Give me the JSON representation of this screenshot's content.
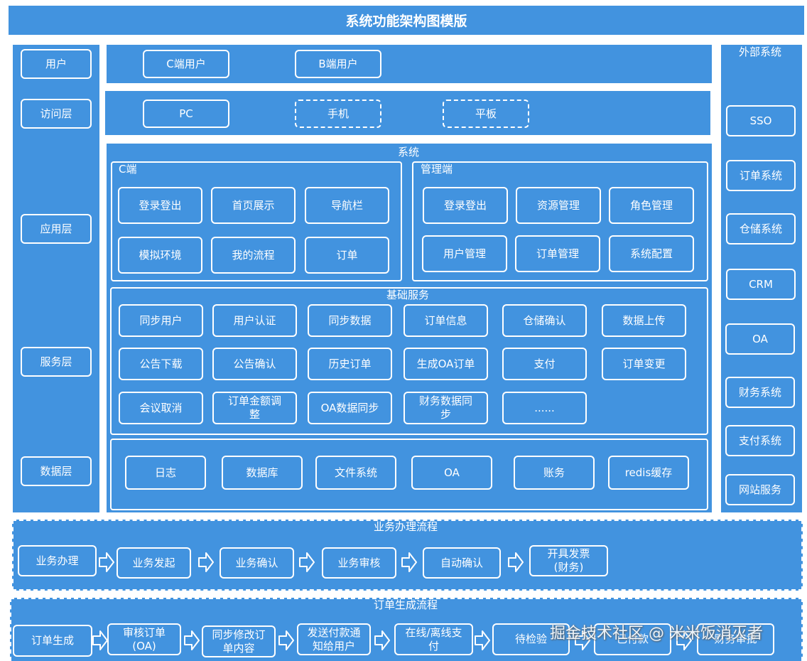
{
  "title": "系统功能架构图模版",
  "layers": [
    "用户",
    "访问层",
    "应用层",
    "服务层",
    "数据层"
  ],
  "users": [
    "C端用户",
    "B端用户"
  ],
  "access": [
    "PC",
    "手机",
    "平板"
  ],
  "system": {
    "label": "系统",
    "c_end": {
      "label": "C端",
      "items": [
        "登录登出",
        "首页展示",
        "导航栏",
        "模拟环境",
        "我的流程",
        "订单"
      ]
    },
    "admin": {
      "label": "管理端",
      "items": [
        "登录登出",
        "资源管理",
        "角色管理",
        "用户管理",
        "订单管理",
        "系统配置"
      ]
    },
    "base": {
      "label": "基础服务",
      "items": [
        "同步用户",
        "用户认证",
        "同步数据",
        "订单信息",
        "仓储确认",
        "数据上传",
        "公告下载",
        "公告确认",
        "历史订单",
        "生成OA订单",
        "支付",
        "订单变更",
        "会议取消",
        "订单金额调\n整",
        "OA数据同步",
        "财务数据同\n步",
        "......"
      ]
    },
    "data": [
      "日志",
      "数据库",
      "文件系统",
      "OA",
      "账务",
      "redis缓存"
    ]
  },
  "external": {
    "label": "外部系统",
    "items": [
      "SSO",
      "订单系统",
      "仓储系统",
      "CRM",
      "OA",
      "财务系统",
      "支付系统",
      "网站服务"
    ]
  },
  "business_flow": {
    "label": "业务办理流程",
    "steps": [
      "业务办理",
      "业务发起",
      "业务确认",
      "业务审核",
      "自动确认",
      "开具发票\n(财务)"
    ]
  },
  "order_flow": {
    "label": "订单生成流程",
    "steps": [
      "订单生成",
      "审核订单\n(OA)",
      "同步修改订\n单内容",
      "发送付款通\n知给用户",
      "在线/离线支\n付",
      "待检验",
      "已付款",
      "财务审批"
    ]
  },
  "watermark": "掘金技术社区 @ 米米饭消灭者"
}
